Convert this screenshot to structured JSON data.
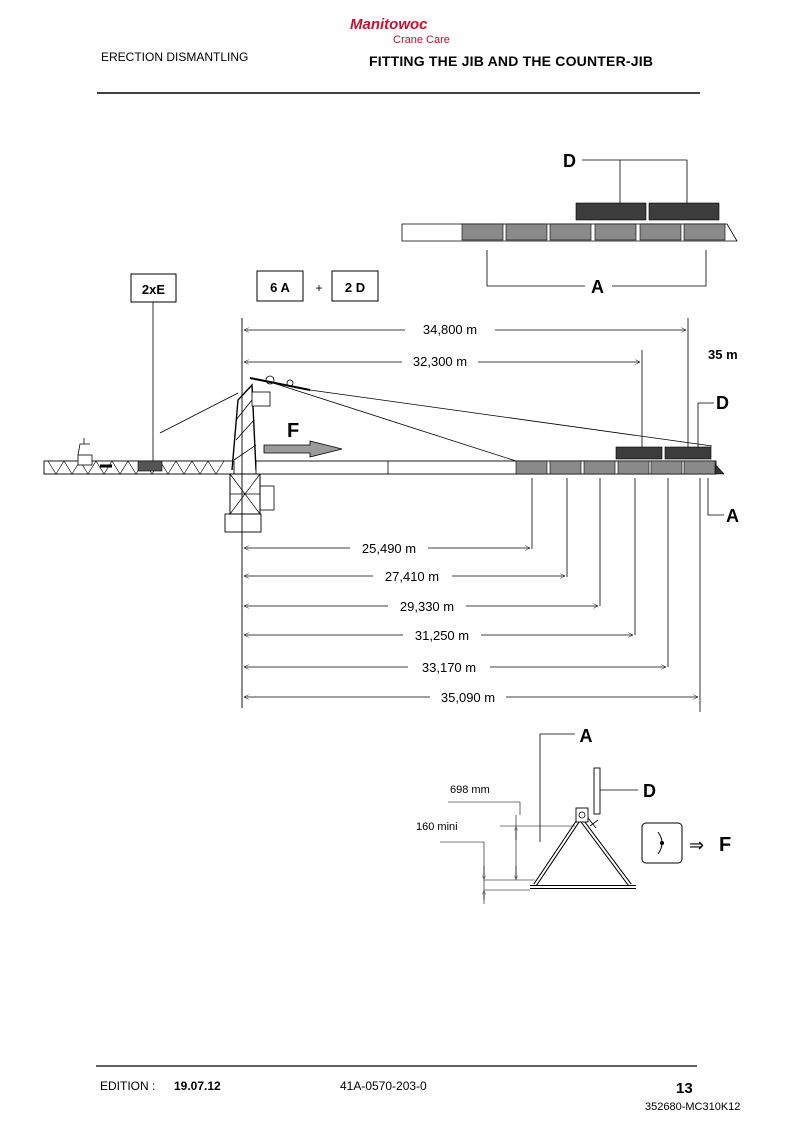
{
  "header": {
    "section": "ERECTION DISMANTLING",
    "title": "FITTING THE JIB AND THE COUNTER-JIB",
    "logo_brand": "Manitowoc",
    "logo_sub": "Crane Care",
    "logo_color": "#c8102e"
  },
  "diagram": {
    "boxes": {
      "e": "2xE",
      "a": "6 A",
      "plus": "+",
      "d": "2 D"
    },
    "labels": {
      "d": "D",
      "a": "A",
      "f": "F"
    },
    "height_label": "35 m",
    "top_dimensions": [
      "34,800 m",
      "32,300 m"
    ],
    "bottom_dimensions": [
      "25,490 m",
      "27,410 m",
      "29,330 m",
      "31,250 m",
      "33,170 m",
      "35,090 m"
    ],
    "section_dims": {
      "clearance": "698 mm",
      "min_gap": "160 mini"
    },
    "arrow_symbol": "⇒",
    "colors": {
      "block_dark": "#3c3c3c",
      "block_mid": "#8a8a8a",
      "arrow_fill": "#9a9a9a"
    }
  },
  "footer": {
    "edition_label": "EDITION :",
    "edition_date": "19.07.12",
    "doc_number": "41A-0570-203-0",
    "page": "13",
    "ref": "352680-MC310K12"
  }
}
